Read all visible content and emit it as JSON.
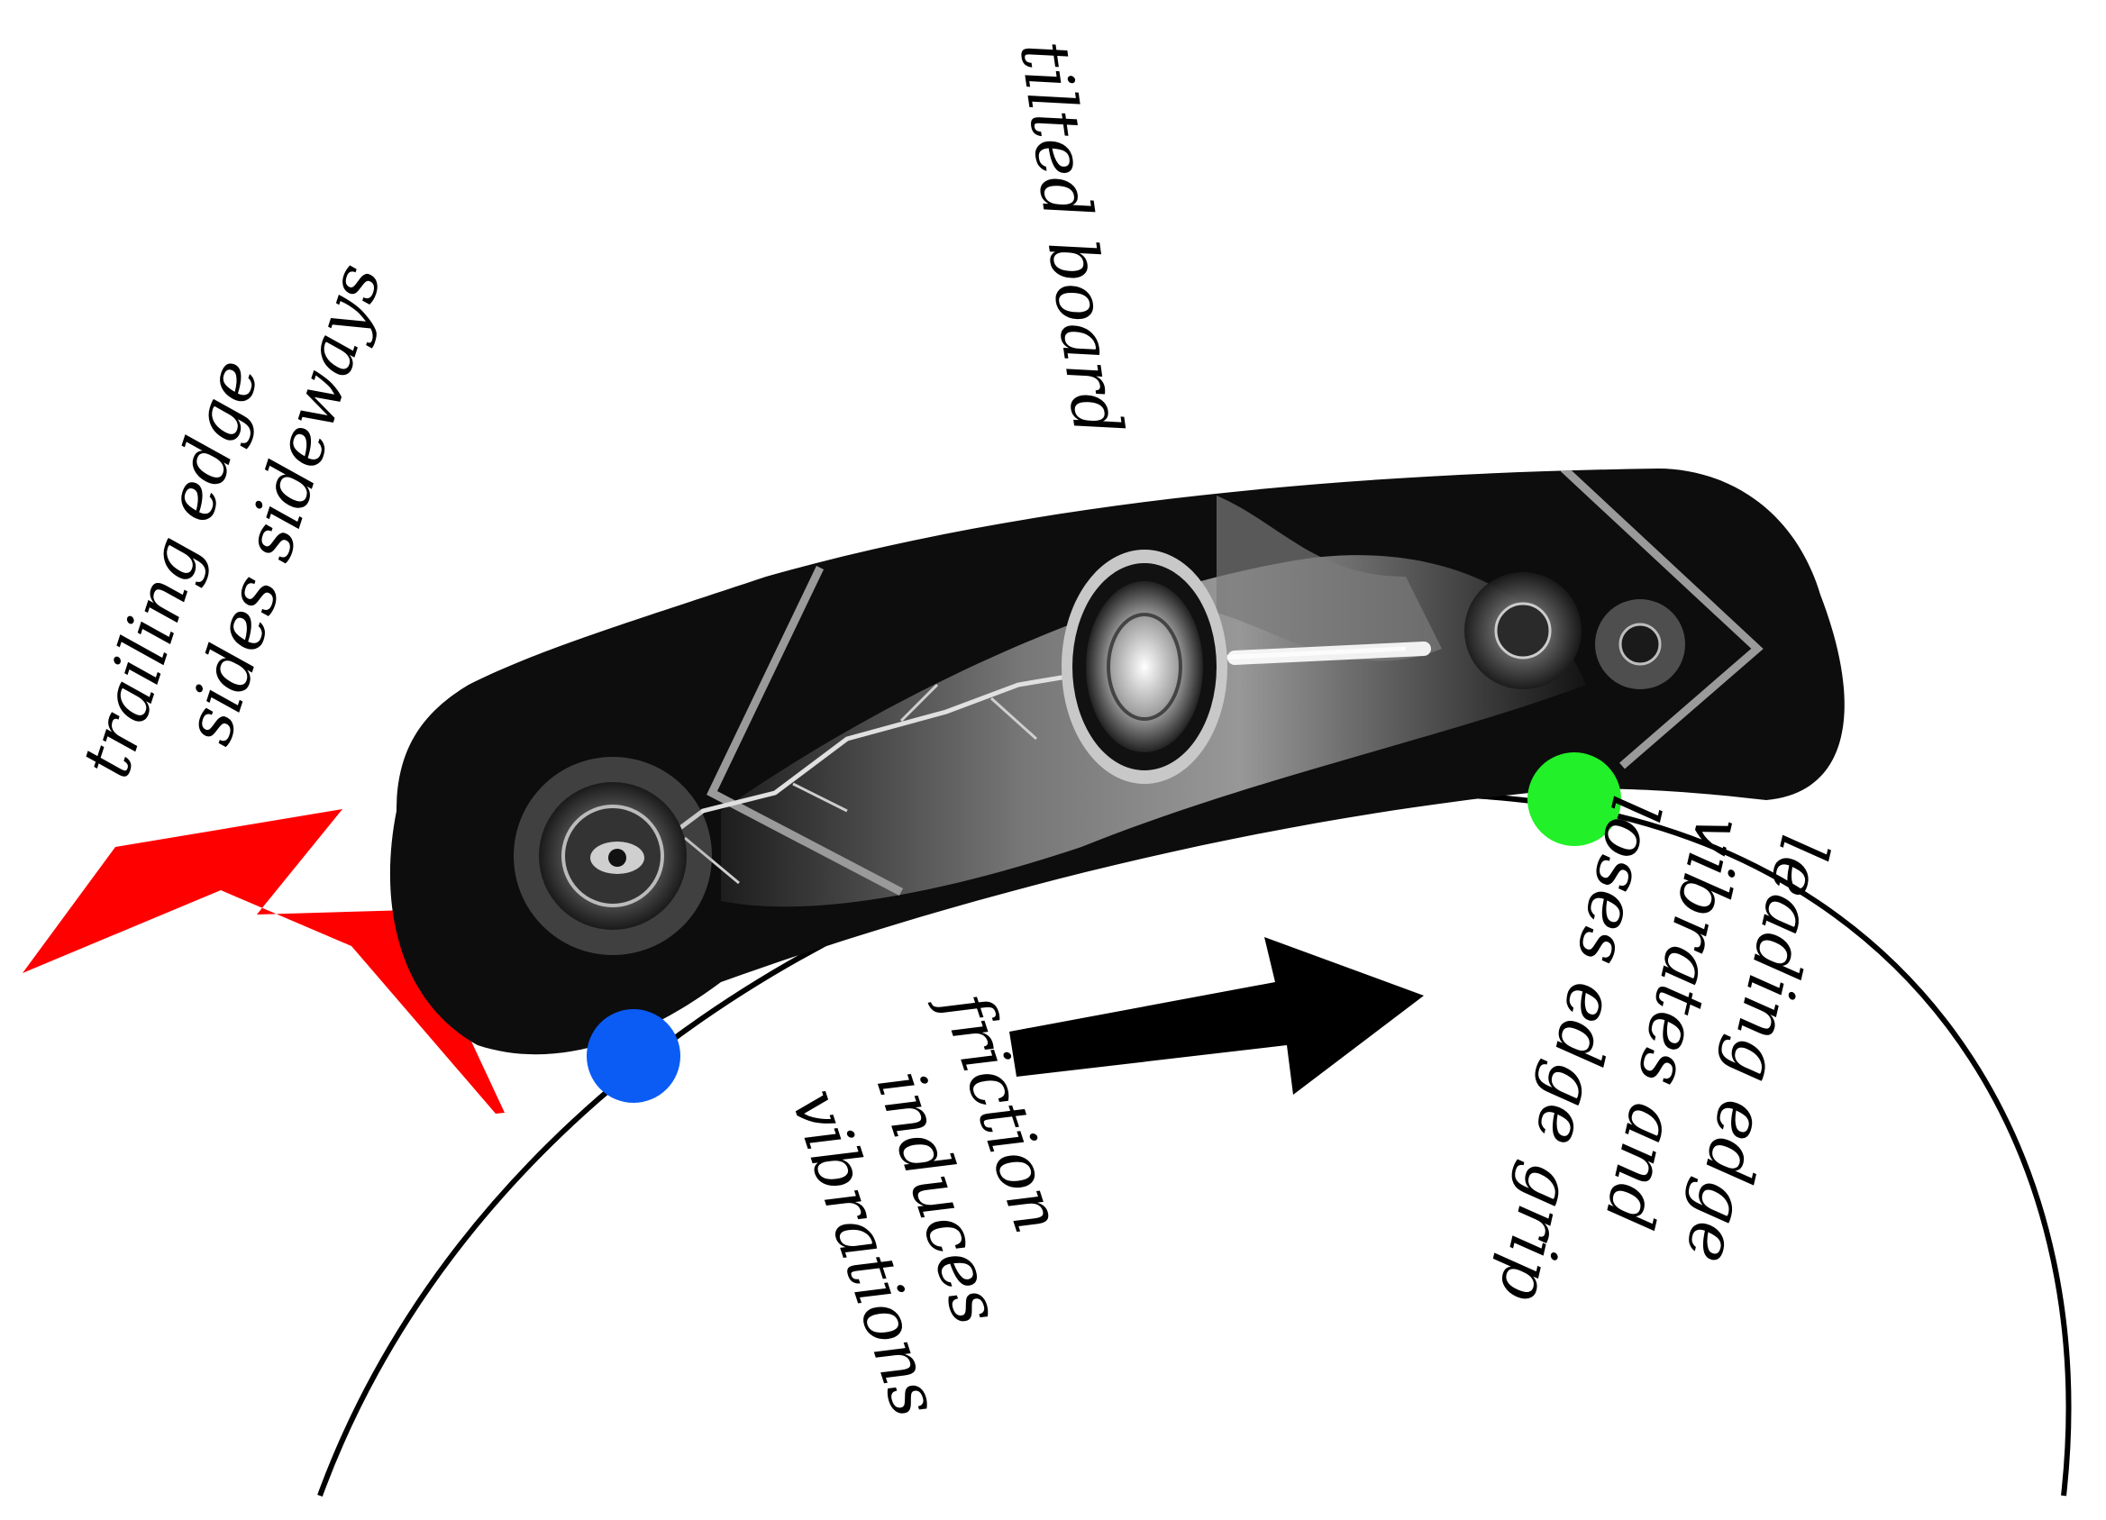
{
  "labels": {
    "tilted_board": "tilted board",
    "trailing_edge": [
      "trailing edge",
      "sides sideways"
    ],
    "friction": [
      "friction",
      "induces",
      "vibrations"
    ],
    "leading_edge": [
      "leading edge",
      "vibrates and",
      "loses edge grip"
    ]
  },
  "colors": {
    "trailing_arrow": "#ff0000",
    "motion_arrow": "#000000",
    "friction_point": "#0a5cf5",
    "leading_point": "#22f028",
    "board_base": "#0d0d0d",
    "board_art": "#8a8a8a",
    "track_line": "#000000"
  },
  "icons": {
    "trailing_arrow": "red-arrow-icon",
    "motion_arrow": "black-arrow-icon",
    "board": "snowboard-icon"
  }
}
